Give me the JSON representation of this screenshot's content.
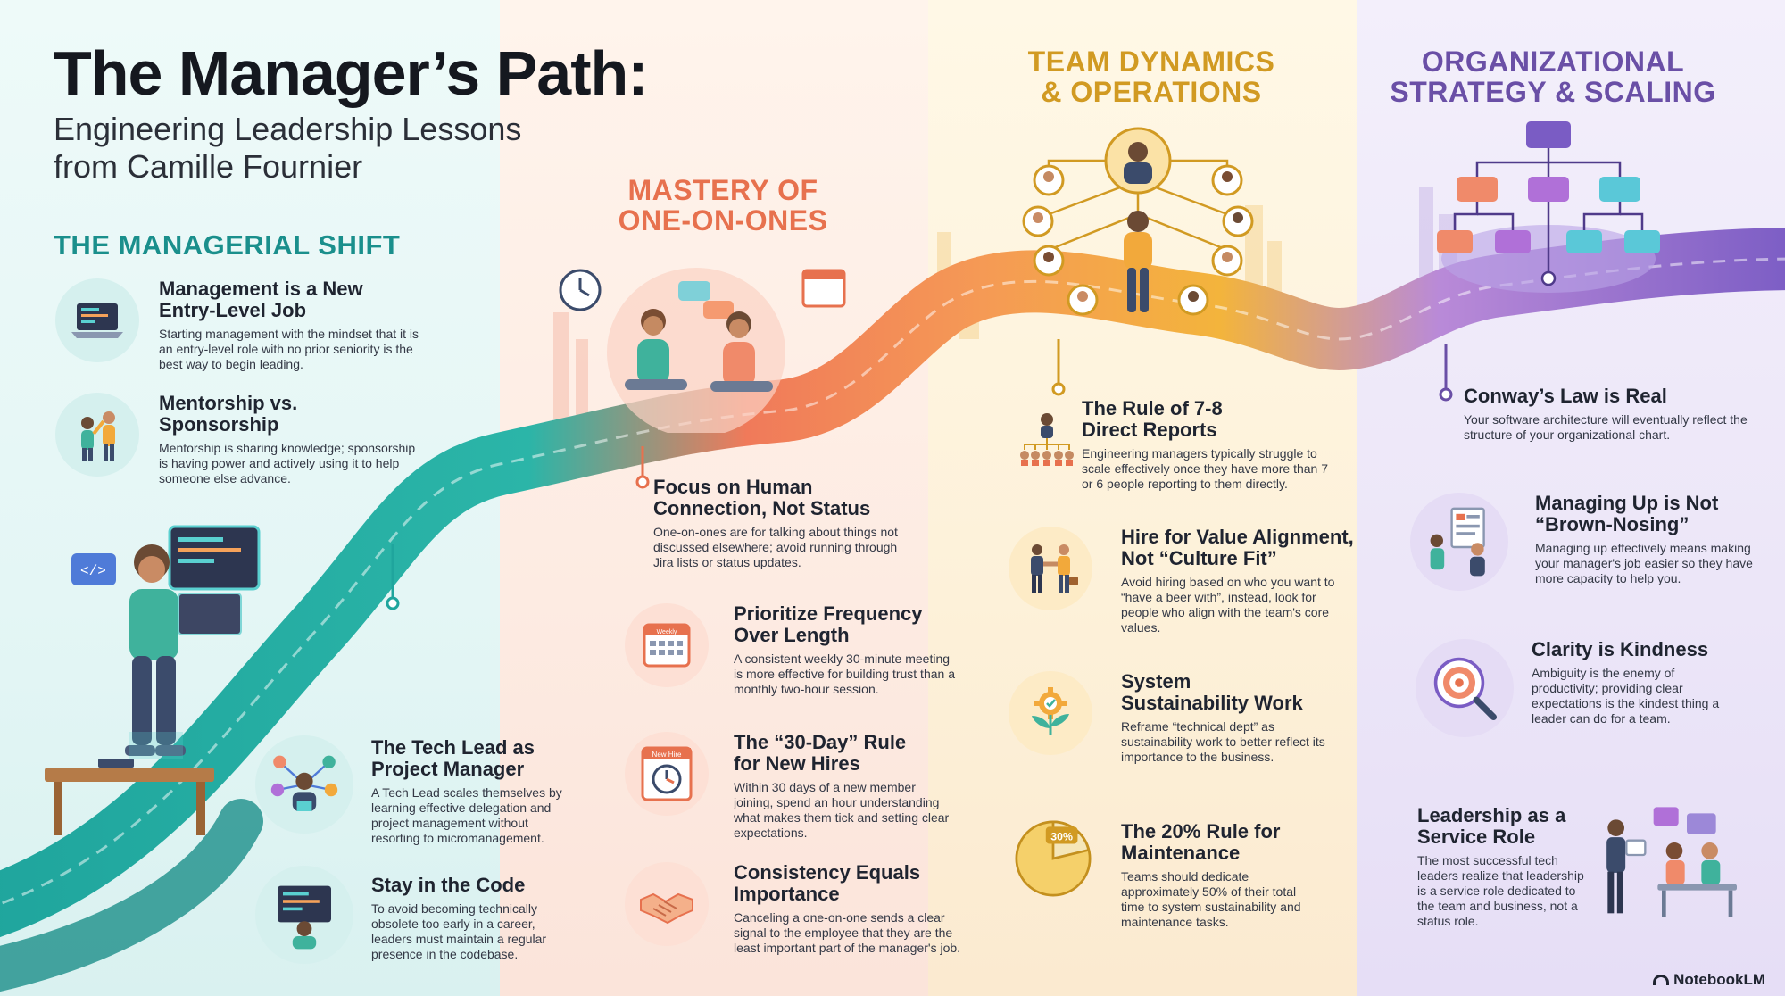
{
  "header": {
    "title": "The Manager’s Path:",
    "subtitle_line1": "Engineering Leadership Lessons",
    "subtitle_line2": "from Camille Fournier"
  },
  "sections": [
    {
      "title_line1": "THE MANAGERIAL SHIFT",
      "color": "#1a8f8c",
      "cards": [
        {
          "title_line1": "Management is a New",
          "title_line2": "Entry-Level Job",
          "desc": "Starting management with the mindset that it is an entry-level role with no prior seniority is the best way to begin leading.",
          "icon": "laptop-icon"
        },
        {
          "title_line1": "Mentorship vs.",
          "title_line2": "Sponsorship",
          "desc": "Mentorship is sharing knowledge; sponsorship is having power and actively using it to help someone else advance.",
          "icon": "sponsor-icon"
        },
        {
          "title_line1": "The Tech Lead as",
          "title_line2": "Project Manager",
          "desc": "A Tech Lead scales themselves by learning effective delegation and project management without resorting to micromanagement.",
          "icon": "network-icon"
        },
        {
          "title_line1": "Stay in the Code",
          "title_line2": "",
          "desc": "To avoid becoming technically obsolete too early in a career, leaders must maintain a regular presence in the codebase.",
          "icon": "code-screen-icon"
        }
      ]
    },
    {
      "title_line1": "MASTERY OF",
      "title_line2": "ONE-ON-ONES",
      "color": "#e7714e",
      "cards": [
        {
          "title_line1": "Focus on Human",
          "title_line2": "Connection, Not Status",
          "desc": "One-on-ones are for talking about things not discussed elsewhere; avoid running through Jira lists or status updates.",
          "icon": "none"
        },
        {
          "title_line1": "Prioritize Frequency",
          "title_line2": "Over Length",
          "desc": "A consistent weekly 30-minute meeting is more effective for building trust than a monthly two-hour session.",
          "icon": "calendar-icon",
          "badge": "Weekly"
        },
        {
          "title_line1": "The “30-Day” Rule",
          "title_line2": "for New Hires",
          "desc": "Within 30 days of a new member joining, spend an hour understanding what makes them tick and setting clear expectations.",
          "icon": "clock-icon",
          "badge": "New Hire"
        },
        {
          "title_line1": "Consistency Equals",
          "title_line2": "Importance",
          "desc": "Canceling a one-on-one sends a clear signal to the employee that they are the least important part of the manager's job.",
          "icon": "handshake-icon"
        }
      ]
    },
    {
      "title_line1": "TEAM DYNAMICS",
      "title_line2": "& OPERATIONS",
      "color": "#d19a22",
      "cards": [
        {
          "title_line1": "The Rule of 7-8",
          "title_line2": "Direct Reports",
          "desc": "Engineering managers typically struggle to scale effectively once they have more than 7 or 6 people reporting to them directly.",
          "icon": "hierarchy-icon"
        },
        {
          "title_line1": "Hire for Value Alignment,",
          "title_line2": "Not “Culture Fit”",
          "desc": "Avoid hiring based on who you want to “have a beer with”, instead, look for people who align with the team's core values.",
          "icon": "hiring-handshake-icon"
        },
        {
          "title_line1": "System",
          "title_line2": "Sustainability Work",
          "desc": "Reframe “technical dept” as sustainability work to better reflect its importance to the business.",
          "icon": "gear-plant-icon"
        },
        {
          "title_line1": "The 20% Rule for",
          "title_line2": "Maintenance",
          "desc": "Teams should dedicate approximately 50% of their total time to system sustainability and maintenance tasks.",
          "icon": "pie-chart-icon",
          "badge": "30%"
        }
      ]
    },
    {
      "title_line1": "ORGANIZATIONAL",
      "title_line2": "STRATEGY & SCALING",
      "color": "#6a4fa6",
      "cards": [
        {
          "title_line1": "Conway’s Law is Real",
          "title_line2": "",
          "desc": "Your software architecture will eventually reflect the structure of your organizational chart.",
          "icon": "none"
        },
        {
          "title_line1": "Managing Up is Not",
          "title_line2": "“Brown-Nosing”",
          "desc": "Managing up effectively means making your manager's job easier so they have more capacity to help you.",
          "icon": "presenting-icon"
        },
        {
          "title_line1": "Clarity is Kindness",
          "title_line2": "",
          "desc": "Ambiguity is the enemy of productivity; providing clear expectations is the kindest thing a leader can do for a team.",
          "icon": "target-icon"
        },
        {
          "title_line1": "Leadership as a",
          "title_line2": "Service Role",
          "desc": "The most successful tech leaders realize that leadership is a service role dedicated to the team and business, not a status role.",
          "icon": "service-icon"
        }
      ]
    }
  ],
  "brand": "NotebookLM"
}
